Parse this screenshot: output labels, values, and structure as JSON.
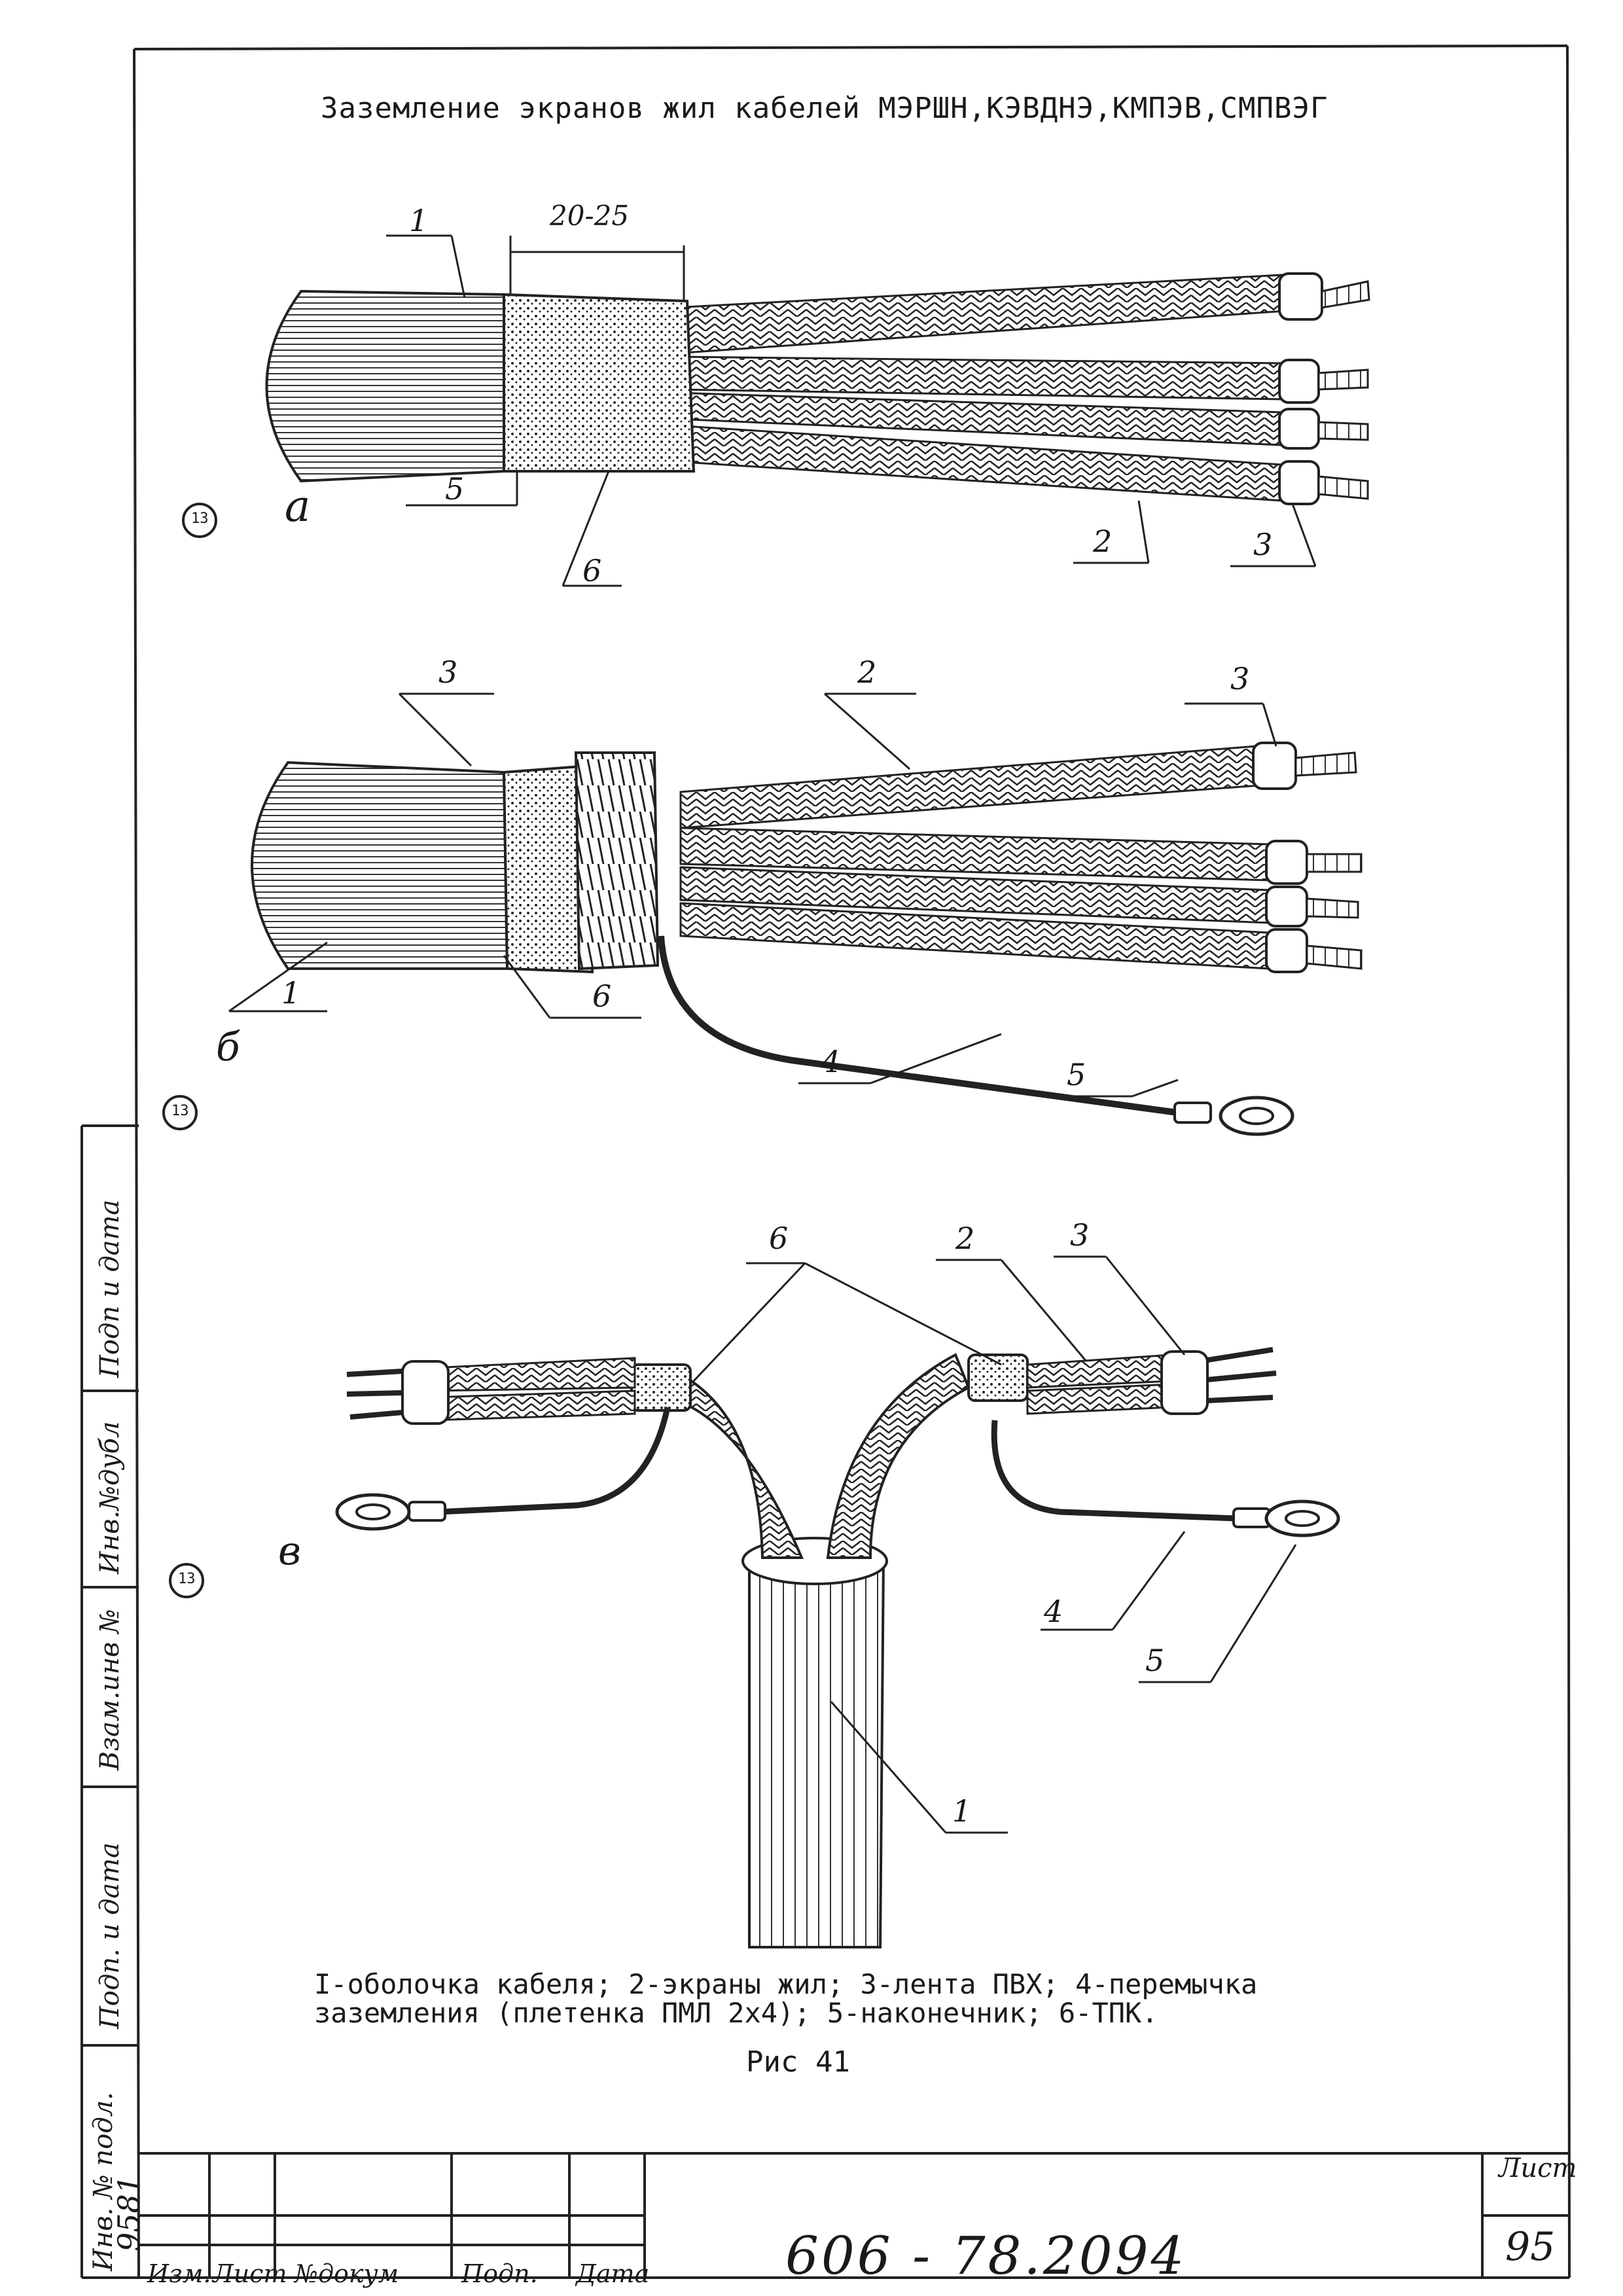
{
  "title": "Заземление экранов жил кабелей МЭРШН,КЭВДНЭ,КМПЭВ,СМПВЭГ",
  "figure_a": {
    "letter": "а",
    "dimension": "20-25",
    "callouts": [
      "1",
      "5",
      "6",
      "2",
      "3"
    ],
    "circle_mark": "13"
  },
  "figure_b": {
    "letter": "б",
    "callouts": [
      "3",
      "2",
      "3",
      "1",
      "6",
      "4",
      "5"
    ],
    "circle_mark": "13"
  },
  "figure_c": {
    "letter": "в",
    "callouts": [
      "6",
      "2",
      "3",
      "4",
      "5",
      "1"
    ],
    "circle_mark": "13"
  },
  "caption_line1": "I-оболочка кабеля; 2-экраны жил; 3-лента ПВХ; 4-перемычка",
  "caption_line2": "заземления (плетенка ПМЛ 2х4); 5-наконечник; 6-ТПК.",
  "figure_label": "Рис 41",
  "title_block": {
    "doc_number": "606 - 78.2094",
    "sheet_label": "Лист",
    "sheet_number": "95",
    "col_izm": "Изм.",
    "col_list": "Лист",
    "col_doc": "№докум",
    "col_sign": "Подп.",
    "col_date": "Дата"
  },
  "side_block": {
    "inv_podl": "Инв. № подл.",
    "inv_number": "9581",
    "podp_data_1": "Подп. и дата",
    "vzam_inv": "Взам.инв №",
    "inv_dubl": "Инв.№дубл",
    "podp_data_2": "Подп и дата"
  }
}
